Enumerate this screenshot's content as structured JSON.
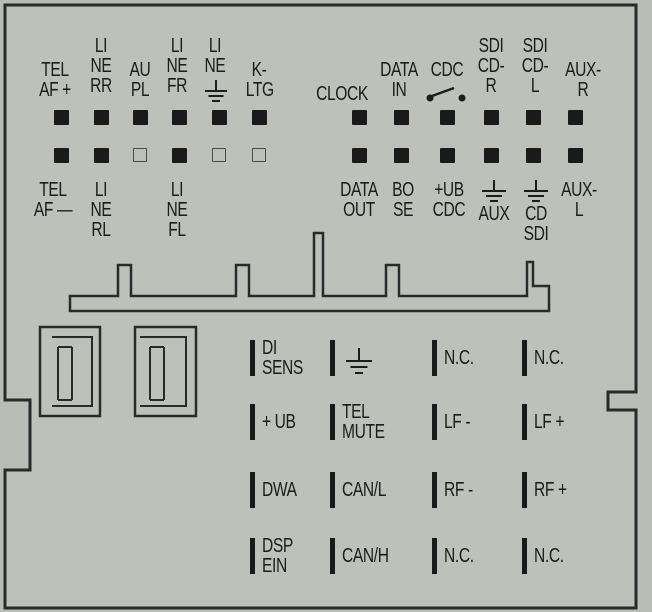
{
  "top_connector": {
    "upper_row_labels": [
      {
        "id": "tel-af-plus",
        "text": "TEL\nAF +"
      },
      {
        "id": "line-rr",
        "text": "LI\nNE\nRR"
      },
      {
        "id": "au-pl",
        "text": "AU\nPL"
      },
      {
        "id": "line-fr",
        "text": "LI\nNE\nFR"
      },
      {
        "id": "line-ground",
        "text": "LI\nNE"
      },
      {
        "id": "k-ltg",
        "text": "K-\nLTG"
      },
      {
        "id": "clock",
        "text": "CLOCK"
      },
      {
        "id": "data-in",
        "text": "DATA\nIN"
      },
      {
        "id": "cdc",
        "text": "CDC"
      },
      {
        "id": "sdi-cd-r",
        "text": "SDI\nCD-\nR"
      },
      {
        "id": "sdi-cd-l",
        "text": "SDI\nCD-\nL"
      },
      {
        "id": "aux-r",
        "text": "AUX-\nR"
      }
    ],
    "lower_row_labels": [
      {
        "id": "tel-af-minus",
        "text": "TEL\nAF —"
      },
      {
        "id": "line-rl",
        "text": "LI\nNE\nRL"
      },
      {
        "id": "line-fl",
        "text": "LI\nNE\nFL"
      },
      {
        "id": "data-out",
        "text": "DATA\nOUT"
      },
      {
        "id": "bose",
        "text": "BO\nSE"
      },
      {
        "id": "ub-cdc",
        "text": "+UB\nCDC"
      },
      {
        "id": "gnd-aux",
        "text": "AUX"
      },
      {
        "id": "gnd-cd-sdi",
        "text": "CD\nSDI"
      },
      {
        "id": "aux-l",
        "text": "AUX-\nL"
      }
    ],
    "upper_pins_filled": [
      true,
      true,
      true,
      true,
      true,
      true,
      true,
      true,
      true,
      true,
      true,
      true
    ],
    "lower_pins_filled": [
      true,
      true,
      false,
      true,
      false,
      false,
      true,
      true,
      true,
      true,
      true,
      true
    ]
  },
  "bottom_connector": {
    "pins": [
      {
        "id": "di-sens",
        "text": "DI\nSENS"
      },
      {
        "id": "ground",
        "text": ""
      },
      {
        "id": "nc-1",
        "text": "N.C."
      },
      {
        "id": "nc-2",
        "text": "N.C."
      },
      {
        "id": "plus-ub",
        "text": "+ UB"
      },
      {
        "id": "tel-mute",
        "text": "TEL\nMUTE"
      },
      {
        "id": "lf-minus",
        "text": "LF -"
      },
      {
        "id": "lf-plus",
        "text": "LF +"
      },
      {
        "id": "dwa",
        "text": "DWA"
      },
      {
        "id": "can-l",
        "text": "CAN/L"
      },
      {
        "id": "rf-minus",
        "text": "RF -"
      },
      {
        "id": "rf-plus",
        "text": "RF +"
      },
      {
        "id": "dsp-ein",
        "text": "DSP\nEIN"
      },
      {
        "id": "can-h",
        "text": "CAN/H"
      },
      {
        "id": "nc-3",
        "text": "N.C."
      },
      {
        "id": "nc-4",
        "text": "N.C."
      }
    ]
  },
  "colors": {
    "background": "#b9bdb6",
    "ink": "#1c1c1c"
  }
}
